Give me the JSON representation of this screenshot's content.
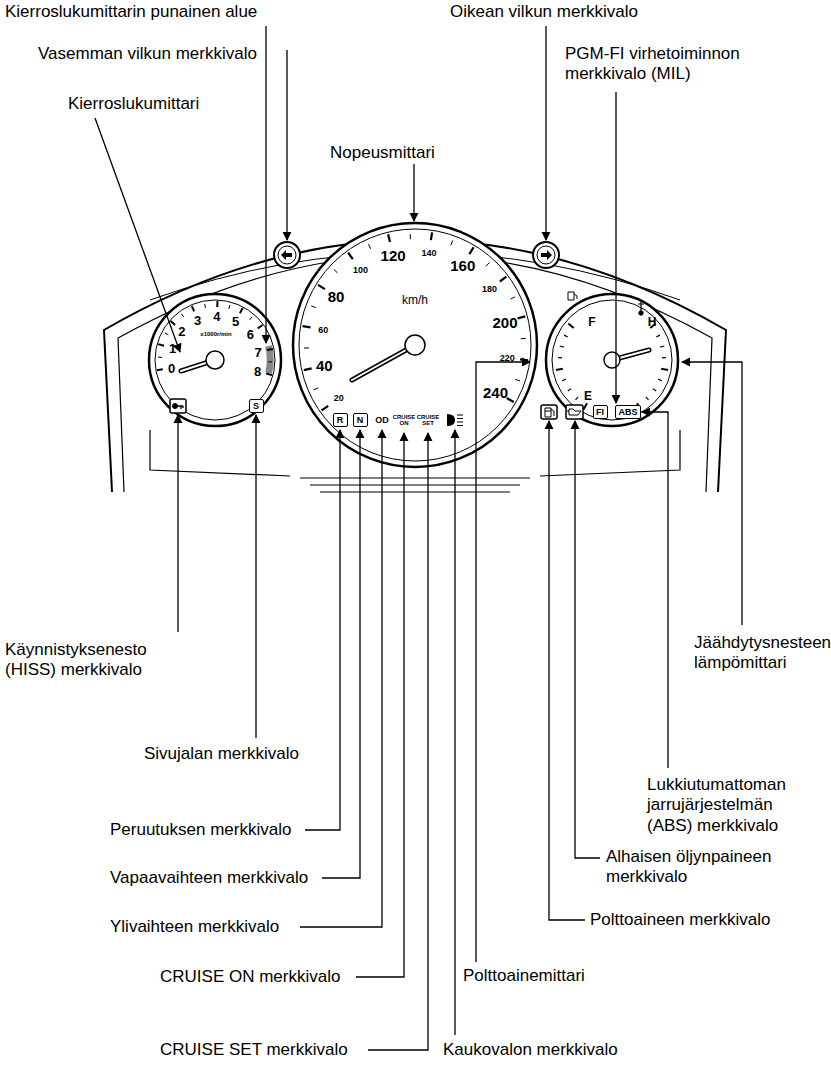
{
  "diagram": {
    "nodes": [
      {
        "text": [
          "S"
        ]
      },
      {
        "text": [
          "R"
        ]
      },
      {
        "text": [
          "N"
        ]
      },
      {
        "text": [
          "FI"
        ]
      },
      {
        "text": [
          "ABS"
        ]
      }
    ],
    "labels": [
      "Kierroslukumittarin punainen alue",
      "Oikean vilkun merkkivalo",
      "Vasemman vilkun merkkivalo",
      "PGM-FI virhetoiminnon merkkivalo (MIL)",
      "Kierroslukumittari",
      "Nopeusmittari",
      "Käynnistyksenesto (HISS) merkkivalo",
      "Jäähdytysnesteen lämpömittari",
      "Sivujalan merkkivalo",
      "Lukkiutumattoman jarrujärjestelmän (ABS) merkkivalo",
      "Peruutuksen merkkivalo",
      "Vapaavaihteen merkkivalo",
      "Alhaisen öljynpaineen merkkivalo",
      "Polttoaineen merkkivalo",
      "Ylivaihteen merkkivalo",
      "CRUISE ON merkkivalo",
      "Polttoainemittari",
      "CRUISE SET merkkivalo",
      "Kaukovalon merkkivalo",
      "0",
      "1",
      "2",
      "3",
      "4",
      "5",
      "6",
      "7",
      "8",
      "x1000r/min",
      "20",
      "40",
      "60",
      "80",
      "100",
      "120",
      "140",
      "160",
      "180",
      "200",
      "220",
      "240",
      "km/h",
      "F",
      "E",
      "H",
      "OD",
      "CRUISE ON",
      "CRUISE SET"
    ]
  }
}
